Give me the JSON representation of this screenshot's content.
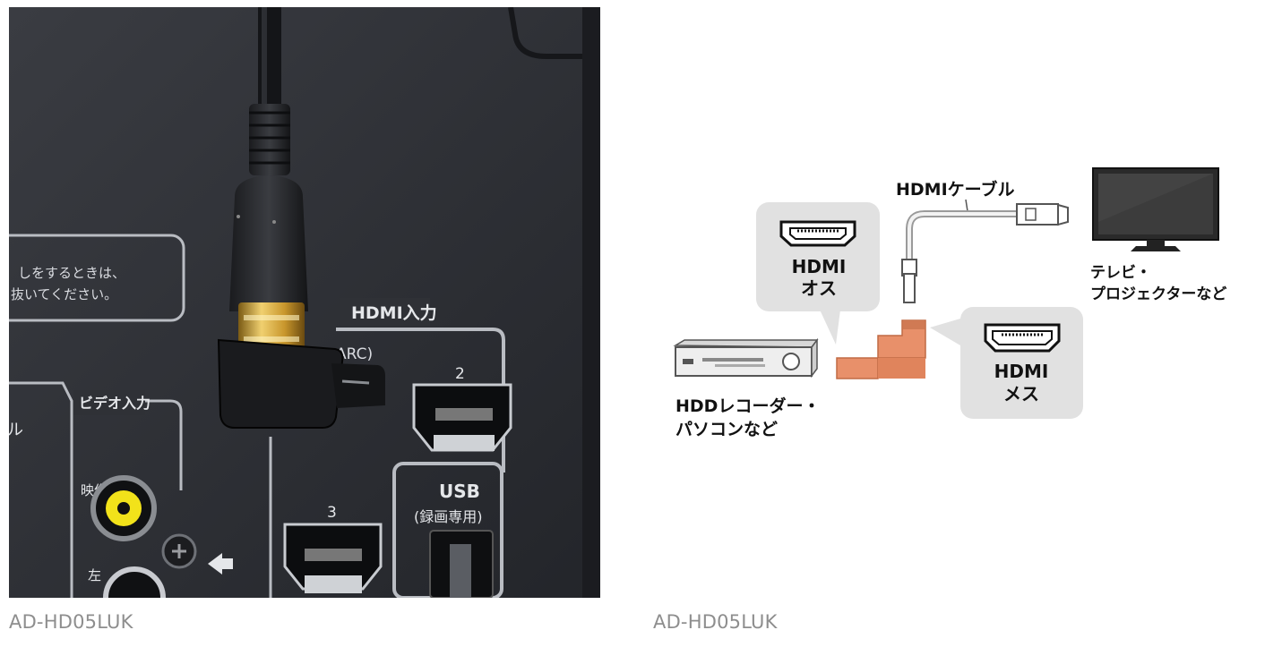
{
  "products": [
    {
      "caption": "AD-HD05LUK",
      "photo": {
        "panel_labels": {
          "hdmi_input": "HDMI入力",
          "arc": "ARC)",
          "port_2": "2",
          "port_3": "3",
          "video_input": "ビデオ入力",
          "usb": "USB",
          "usb_recording": "(録画専用)",
          "video_label": "映像",
          "left_label": "左",
          "side_char": "ル",
          "notice_line1": "しをするときは、",
          "notice_line2": "抜いてください。"
        }
      }
    },
    {
      "caption": "AD-HD05LUK",
      "diagram": {
        "cable_label": "HDMIケーブル",
        "male_line1": "HDMI",
        "male_line2": "オス",
        "female_line1": "HDMI",
        "female_line2": "メス",
        "tv_line1": "テレビ・",
        "tv_line2": "プロジェクターなど",
        "recorder_line1": "HDDレコーダー・",
        "recorder_line2": "パソコンなど"
      }
    }
  ],
  "colors": {
    "caption": "#8e8e8e",
    "adapter": "#e8906a",
    "callout": "#e1e1e1",
    "panel": "#2a2c31"
  }
}
